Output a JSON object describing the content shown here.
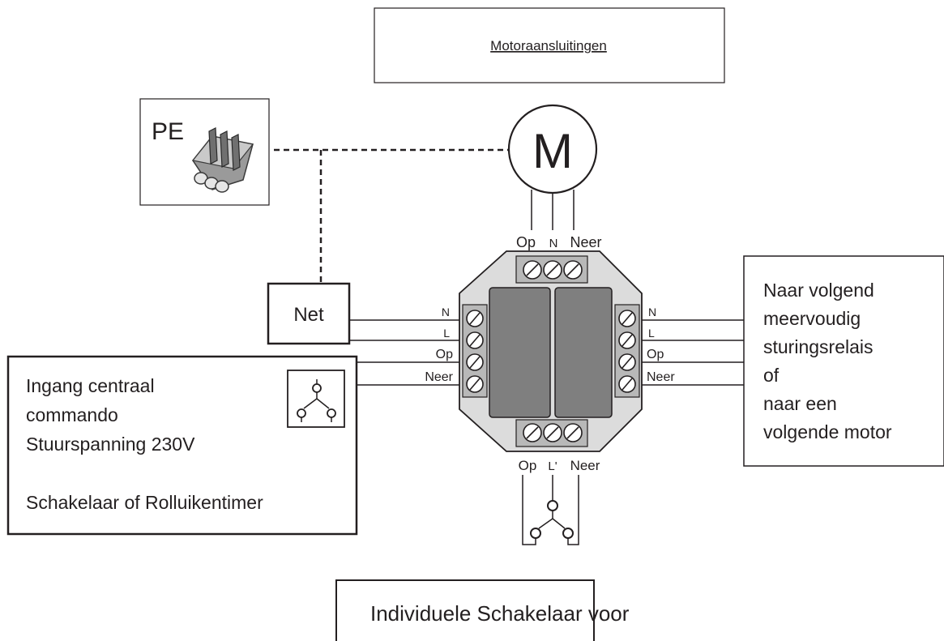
{
  "title": "Motoraansluitingen",
  "pe_box": {
    "label": "PE"
  },
  "motor": {
    "symbol": "M",
    "terminals": [
      "Op",
      "N",
      "Neer"
    ]
  },
  "net_box": {
    "label": "Net"
  },
  "relay": {
    "left_terminals": [
      "N",
      "L",
      "Op",
      "Neer"
    ],
    "right_terminals": [
      "N",
      "L",
      "Op",
      "Neer"
    ],
    "bottom_terminals": [
      "Op",
      "L'",
      "Neer"
    ]
  },
  "right_box": {
    "lines": [
      "Naar volgend",
      "meervoudig",
      "sturingsrelais",
      "of",
      "naar een",
      "volgende motor"
    ]
  },
  "left_box": {
    "lines": [
      "Ingang centraal",
      "commando",
      "Stuurspanning 230V",
      "",
      "Schakelaar of Rolluikentimer"
    ]
  },
  "bottom_box": {
    "text": "Individuele Schakelaar voor"
  }
}
